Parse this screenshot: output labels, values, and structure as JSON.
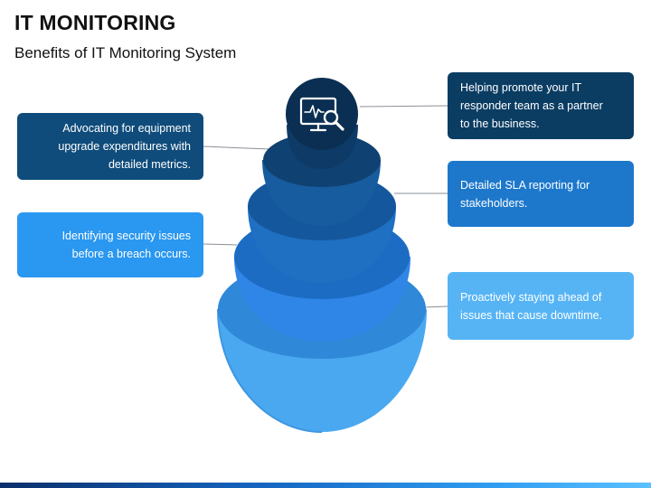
{
  "header": {
    "title": "IT MONITORING",
    "subtitle": "Benefits of IT Monitoring System"
  },
  "diagram": {
    "center_icon": "monitor-search-icon",
    "benefits": [
      {
        "id": "advocating",
        "side": "left",
        "color": "#0f4c7b",
        "lines": [
          "Advocating for equipment",
          "upgrade expenditures with",
          "detailed metrics."
        ]
      },
      {
        "id": "security",
        "side": "left",
        "color": "#2a97f0",
        "lines": [
          "Identifying security issues",
          "before a breach occurs."
        ]
      },
      {
        "id": "responder",
        "side": "right",
        "color": "#0b3d63",
        "lines": [
          "Helping promote your IT",
          "responder team as a partner",
          "to the business."
        ]
      },
      {
        "id": "sla",
        "side": "right",
        "color": "#1d78cc",
        "lines": [
          "Detailed SLA reporting for",
          "stakeholders."
        ]
      },
      {
        "id": "proactive",
        "side": "right",
        "color": "#56b4f5",
        "lines": [
          "Proactively staying ahead of",
          "issues that cause downtime."
        ]
      }
    ]
  }
}
